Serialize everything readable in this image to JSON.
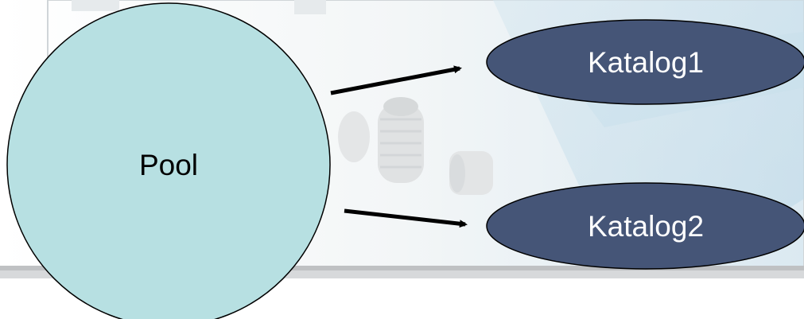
{
  "diagram": {
    "source": {
      "label": "Pool",
      "fill": "#b7e0e2",
      "text_color": "#000000"
    },
    "targets": [
      {
        "label": "Katalog1",
        "fill": "#455577",
        "text_color": "#ffffff"
      },
      {
        "label": "Katalog2",
        "fill": "#455577",
        "text_color": "#ffffff"
      }
    ],
    "arrow_color": "#000000",
    "background_panel_color": "#f0f4f6",
    "accent_color": "#c3dbe8"
  }
}
